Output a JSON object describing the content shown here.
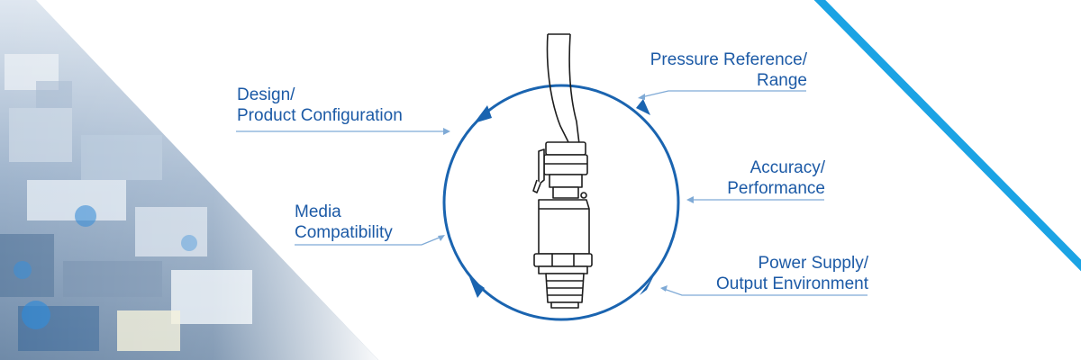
{
  "colors": {
    "accent": "#1a64b0",
    "stripe": "#1ba3e4",
    "leader": "#7faad6",
    "label": "#1c5aa6",
    "sensor_outline": "#1e1e1e"
  },
  "labels": {
    "design": {
      "line1": "Design/",
      "line2": "Product Configuration"
    },
    "media": {
      "line1": "Media",
      "line2": "Compatibility"
    },
    "pressure": {
      "line1": "Pressure Reference/",
      "line2": "Range"
    },
    "accuracy": {
      "line1": "Accuracy/",
      "line2": "Performance"
    },
    "power": {
      "line1": "Power Supply/",
      "line2": "Output Environment"
    }
  }
}
